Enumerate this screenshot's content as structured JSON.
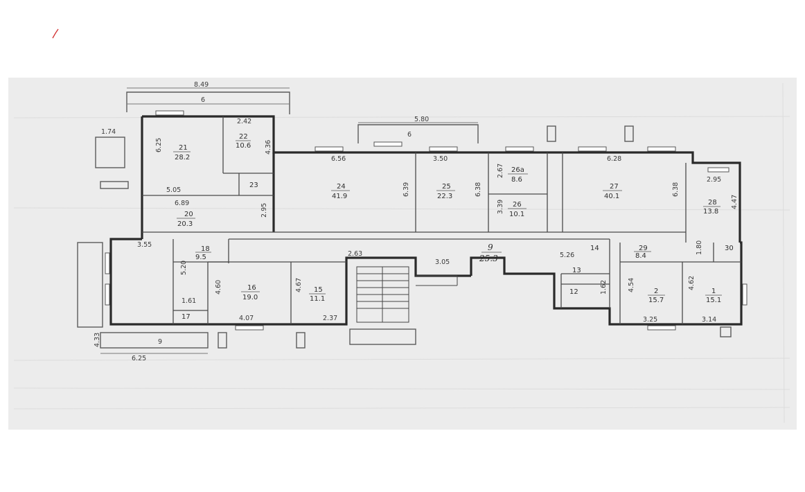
{
  "rooms": [
    {
      "number": "21",
      "area": "28.2"
    },
    {
      "number": "22",
      "area": "10.6"
    },
    {
      "number": "23",
      "area": ""
    },
    {
      "number": "20",
      "area": "20.3"
    },
    {
      "number": "24",
      "area": "41.9"
    },
    {
      "number": "25",
      "area": "22.3"
    },
    {
      "number": "26a",
      "area": "8.6"
    },
    {
      "number": "26",
      "area": "10.1"
    },
    {
      "number": "27",
      "area": "40.1"
    },
    {
      "number": "28",
      "area": "13.8"
    },
    {
      "number": "18",
      "area": "9.5"
    },
    {
      "number": "16",
      "area": "19.0"
    },
    {
      "number": "15",
      "area": "11.1"
    },
    {
      "number": "9",
      "area": "25.3"
    },
    {
      "number": "14",
      "area": ""
    },
    {
      "number": "13",
      "area": ""
    },
    {
      "number": "12",
      "area": ""
    },
    {
      "number": "29",
      "area": "8.4"
    },
    {
      "number": "30",
      "area": ""
    },
    {
      "number": "2",
      "area": "15.7"
    },
    {
      "number": "1",
      "area": "15.1"
    },
    {
      "number": "17",
      "area": ""
    }
  ],
  "dimensions": {
    "top_outer": "8.49",
    "top_inner": "6",
    "d_242": "2.42",
    "d_625": "6.25",
    "d_436": "4.36",
    "d_174": "1.74",
    "d_505": "5.05",
    "d_689": "6.89",
    "d_295": "2.95",
    "d_580": "5.80",
    "d_6b": "6",
    "d_656": "6.56",
    "d_350": "3.50",
    "d_639": "6.39",
    "d_638a": "6.38",
    "d_267": "2.67",
    "d_339": "3.39",
    "d_628": "6.28",
    "d_638b": "6.38",
    "d_295b": "2.95",
    "d_447": "4.47",
    "d_355": "3.55",
    "d_520": "5.20",
    "d_161": "1.61",
    "d_460": "4.60",
    "d_407": "4.07",
    "d_467": "4.67",
    "d_237": "2.37",
    "d_263": "2.63",
    "d_305": "3.05",
    "d_526": "5.26",
    "d_162": "1.62",
    "d_180": "1.80",
    "d_454": "4.54",
    "d_462": "4.62",
    "d_325": "3.25",
    "d_314": "3.14",
    "d_433": "4.33",
    "d_625b": "6.25",
    "d_9": "9"
  }
}
